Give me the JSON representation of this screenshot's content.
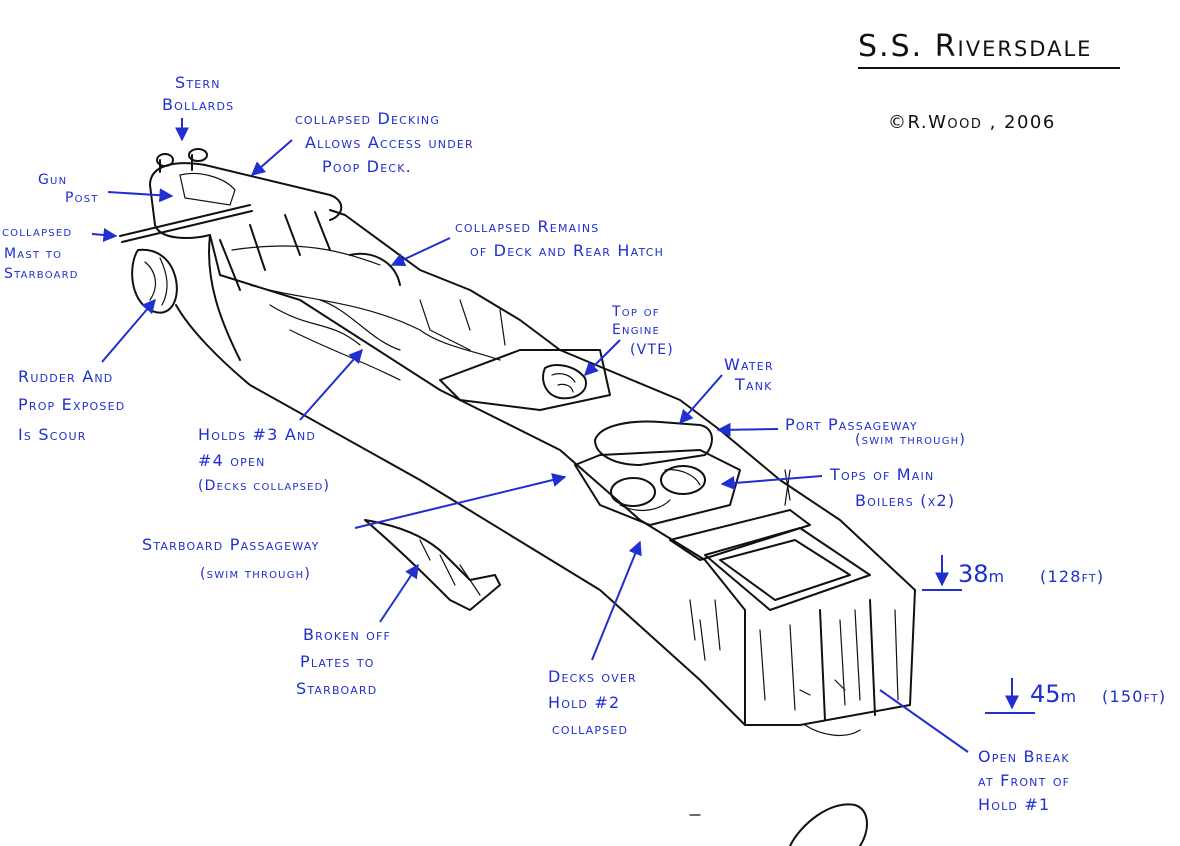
{
  "title": "S.S. Riversdale",
  "copyright": "©R.Wood , 2006",
  "labels": {
    "stern_bollards": [
      "Stern",
      "Bollards"
    ],
    "collapsed_decking": [
      "collapsed Decking",
      "Allows Access under",
      "Poop Deck."
    ],
    "gun_post": [
      "Gun",
      "Post"
    ],
    "collapsed_mast": [
      "collapsed",
      "Mast to",
      "Starboard"
    ],
    "collapsed_remains": [
      "collapsed Remains",
      "of Deck and Rear Hatch"
    ],
    "rudder_prop": [
      "Rudder And",
      "Prop Exposed",
      "Is Scour"
    ],
    "top_engine": [
      "Top of",
      "Engine",
      "(VTE)"
    ],
    "water_tank": [
      "Water",
      "Tank"
    ],
    "port_passageway": [
      "Port Passageway",
      "(swim through)"
    ],
    "holds_3_4": [
      "Holds #3 And",
      "#4 open",
      "(Decks collapsed)"
    ],
    "tops_boilers": [
      "Tops of Main",
      "Boilers (x2)"
    ],
    "starboard_passageway": [
      "Starboard Passageway",
      "(swim through)"
    ],
    "broken_plates": [
      "Broken off",
      "Plates to",
      "Starboard"
    ],
    "decks_hold2": [
      "Decks over",
      "Hold #2",
      "collapsed"
    ],
    "open_break": [
      "Open Break",
      "at Front of",
      "Hold #1"
    ]
  },
  "depths": {
    "upper": {
      "value": "38",
      "unit": "m",
      "imperial": "(128ft)"
    },
    "lower": {
      "value": "45",
      "unit": "m",
      "imperial": "(150ft)"
    }
  },
  "colors": {
    "ink_blue": "#1f2fd0",
    "ink_black": "#111111"
  }
}
